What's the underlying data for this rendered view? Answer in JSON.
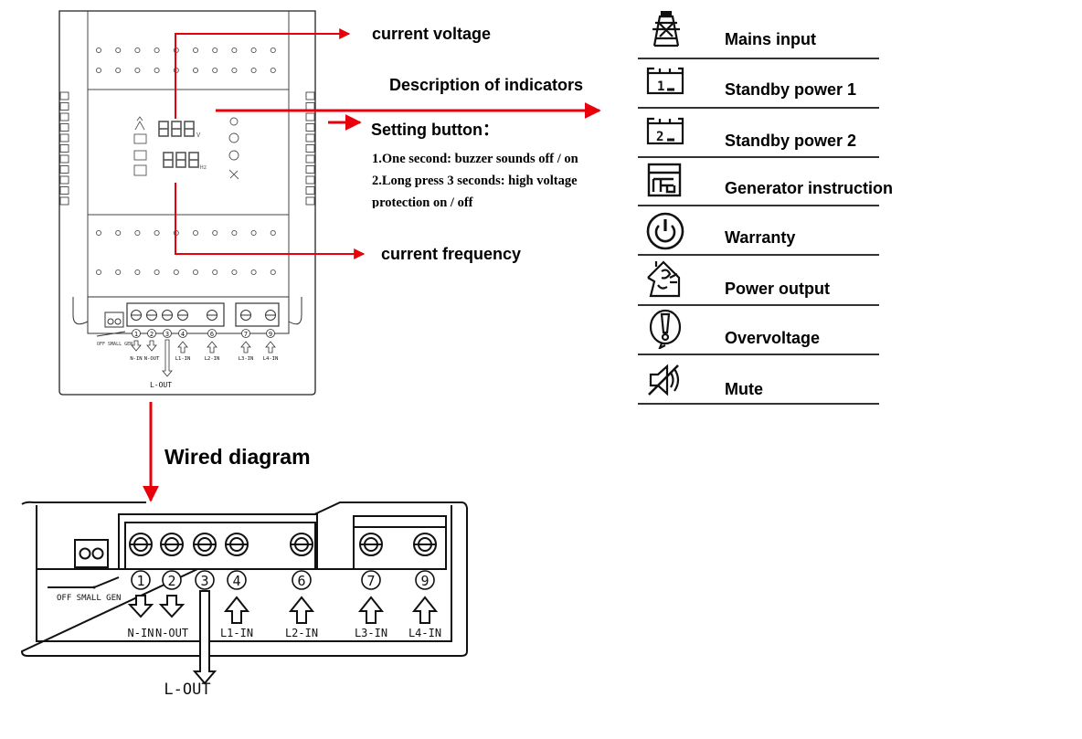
{
  "labels": {
    "current_voltage": "current voltage",
    "description_of_indicators": "Description of indicators",
    "setting_button": "Setting button：",
    "setting_line1": "1.One second: buzzer sounds off / on",
    "setting_line2": "2.Long press 3 seconds: high voltage",
    "setting_line3": "protection on / off",
    "current_frequency": "current frequency",
    "wired_diagram": "Wired diagram"
  },
  "legend": [
    {
      "icon": "tower-icon",
      "label": "Mains input"
    },
    {
      "icon": "battery-1-icon",
      "label": "Standby power 1"
    },
    {
      "icon": "battery-2-icon",
      "label": "Standby power 2"
    },
    {
      "icon": "generator-icon",
      "label": "Generator instruction"
    },
    {
      "icon": "power-icon",
      "label": "Warranty"
    },
    {
      "icon": "house-plug-icon",
      "label": "Power output"
    },
    {
      "icon": "exclamation-icon",
      "label": "Overvoltage"
    },
    {
      "icon": "mute-icon",
      "label": "Mute"
    }
  ],
  "device_small": {
    "display_unit_v": "V",
    "display_unit_hz": "Hz",
    "switch_label": "OFF SMALL GEN",
    "terminals": [
      {
        "num": "1",
        "label": "N-IN"
      },
      {
        "num": "2",
        "label": "N-OUT"
      },
      {
        "num": "3",
        "label": "L-OUT"
      },
      {
        "num": "4",
        "label": "L1-IN"
      },
      {
        "num": "6",
        "label": "L2-IN"
      },
      {
        "num": "7",
        "label": "L3-IN"
      },
      {
        "num": "9",
        "label": "L4-IN"
      }
    ]
  },
  "device_large": {
    "switch_label": "OFF SMALL GEN",
    "terminals": [
      {
        "num": "1",
        "label": "N-IN"
      },
      {
        "num": "2",
        "label": "N-OUT"
      },
      {
        "num": "3",
        "label": "L-OUT"
      },
      {
        "num": "4",
        "label": "L1-IN"
      },
      {
        "num": "6",
        "label": "L2-IN"
      },
      {
        "num": "7",
        "label": "L3-IN"
      },
      {
        "num": "9",
        "label": "L4-IN"
      }
    ]
  },
  "colors": {
    "arrow": "#e8000b",
    "line": "#222222"
  }
}
